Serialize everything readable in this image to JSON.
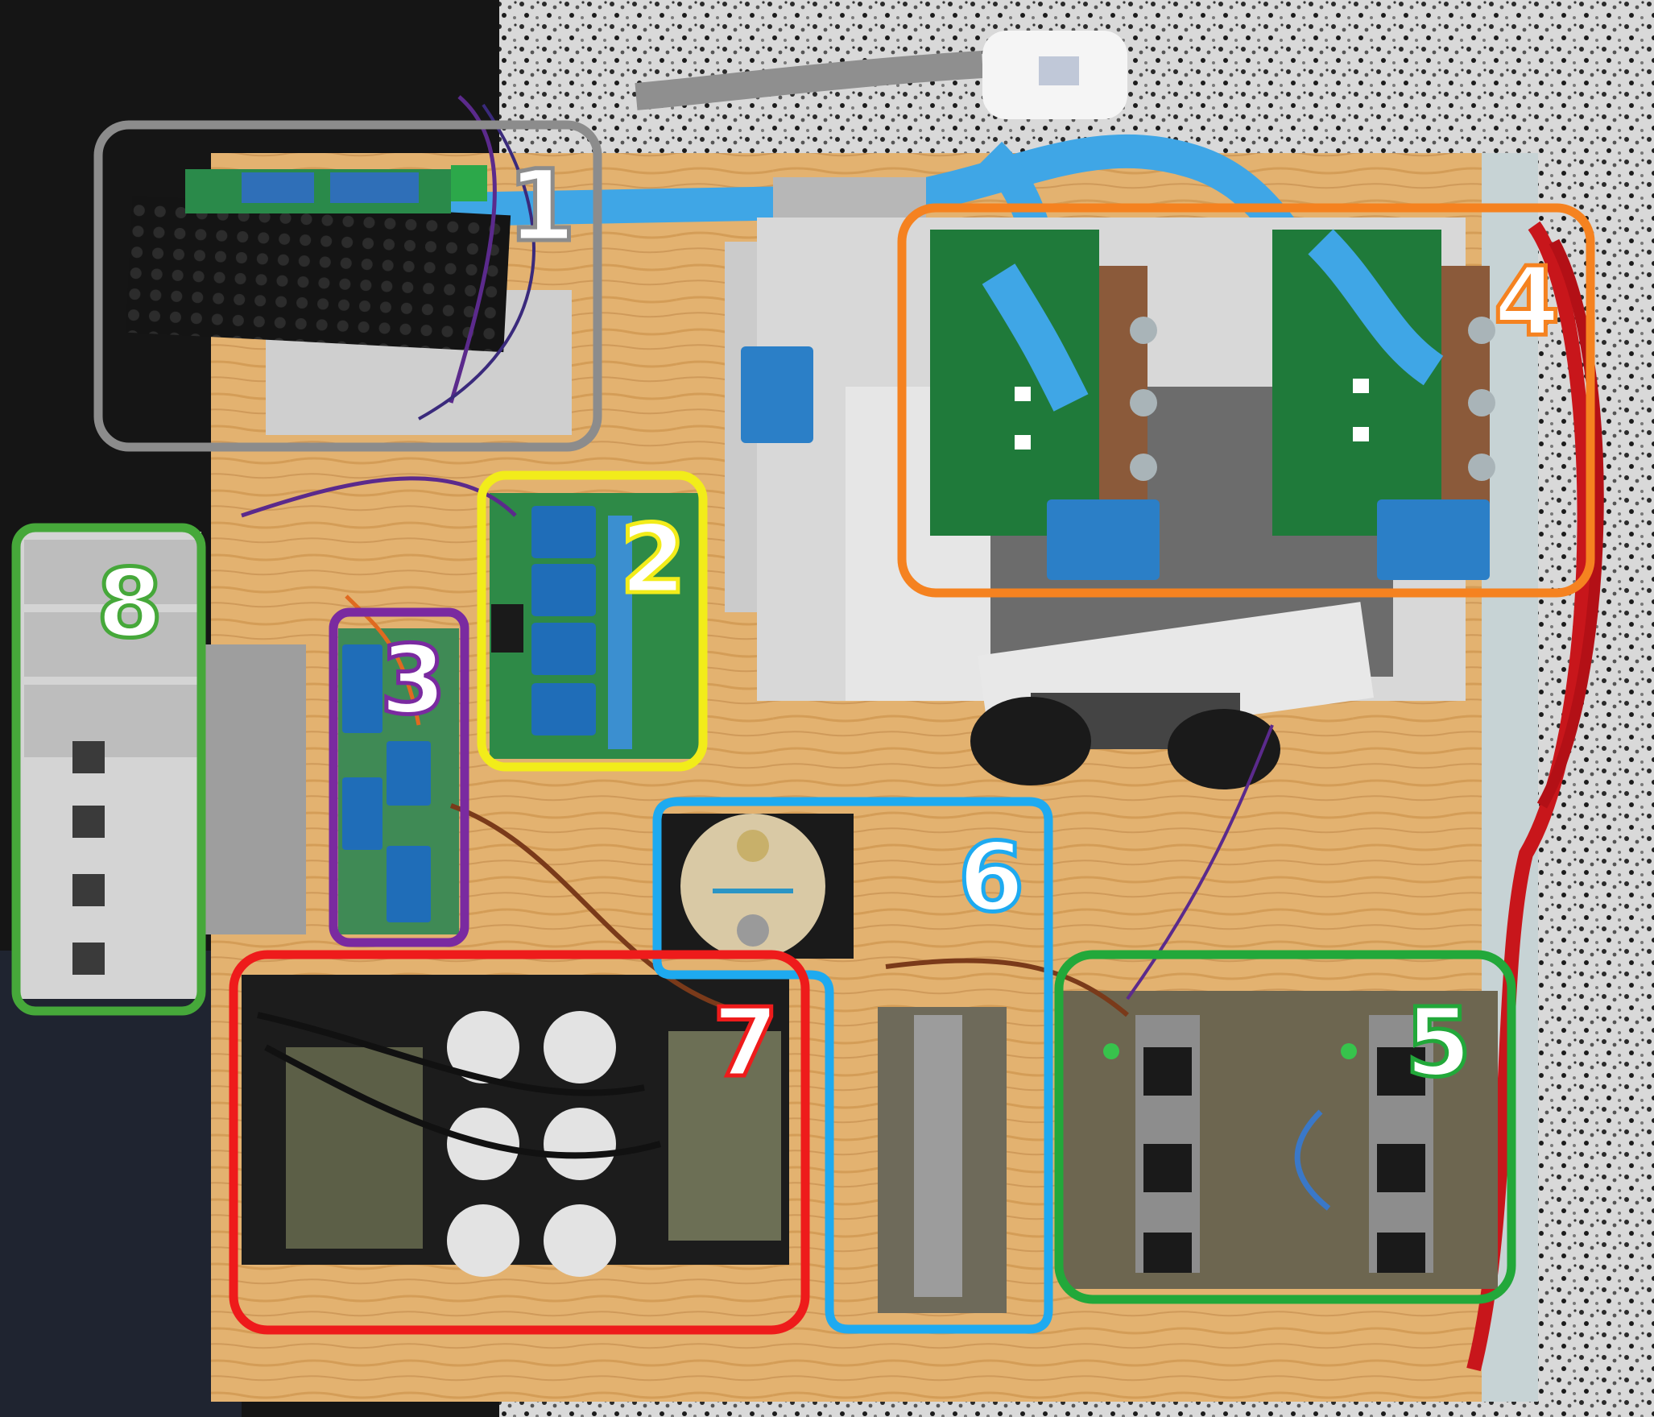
{
  "regions": [
    {
      "label": "1",
      "color": "#8c8c8c"
    },
    {
      "label": "2",
      "color": "#f2ec1a"
    },
    {
      "label": "3",
      "color": "#7a2aa0"
    },
    {
      "label": "4",
      "color": "#f58220"
    },
    {
      "label": "5",
      "color": "#22a83a"
    },
    {
      "label": "6",
      "color": "#1eaaf0"
    },
    {
      "label": "7",
      "color": "#ee1b1b"
    },
    {
      "label": "8",
      "color": "#46a83a"
    }
  ]
}
